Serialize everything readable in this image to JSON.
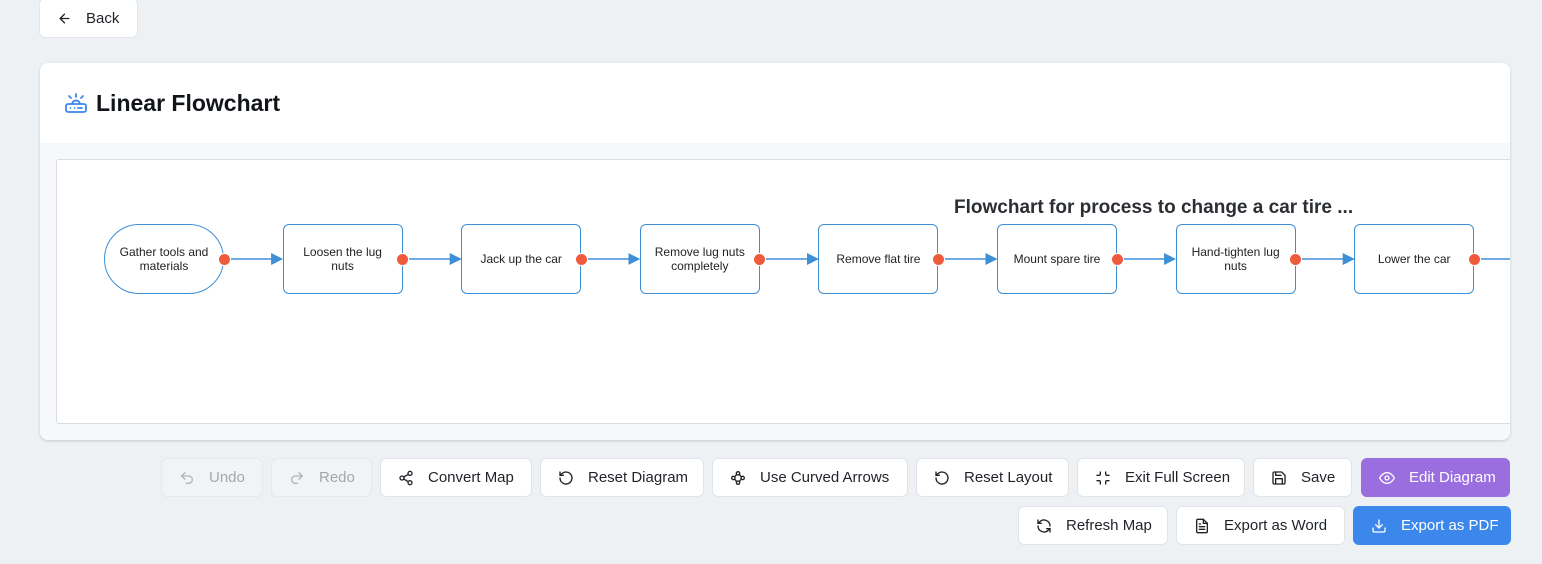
{
  "nav": {
    "back_label": "Back"
  },
  "card": {
    "title": "Linear Flowchart"
  },
  "diagram": {
    "title": "Flowchart for process to change a car tire ...",
    "nodes": [
      "Gather tools and materials",
      "Loosen the lug nuts",
      "Jack up the car",
      "Remove lug nuts completely",
      "Remove flat tire",
      "Mount spare tire",
      "Hand-tighten lug nuts",
      "Lower the car"
    ],
    "colors": {
      "node_border": "#3d8fd6",
      "edge": "#3d8fd6",
      "handle": "#f05a3c"
    }
  },
  "toolbar": {
    "undo": "Undo",
    "redo": "Redo",
    "convert_map": "Convert Map",
    "reset_diagram": "Reset Diagram",
    "curved_arrows": "Use Curved Arrows",
    "reset_layout": "Reset Layout",
    "exit_fullscreen": "Exit Full Screen",
    "save": "Save",
    "edit_diagram": "Edit Diagram",
    "refresh_map": "Refresh Map",
    "export_word": "Export as Word",
    "export_pdf": "Export as PDF"
  },
  "icons": {
    "back": "arrow-left-icon",
    "title": "router-icon",
    "undo": "undo-icon",
    "redo": "redo-icon",
    "convert_map": "share-icon",
    "reset_diagram": "rotate-ccw-icon",
    "curved_arrows": "workflow-icon",
    "reset_layout": "rotate-ccw-icon",
    "exit_fullscreen": "minimize-icon",
    "save": "save-icon",
    "edit_diagram": "eye-icon",
    "refresh_map": "refresh-icon",
    "export_word": "file-text-icon",
    "export_pdf": "download-icon"
  }
}
